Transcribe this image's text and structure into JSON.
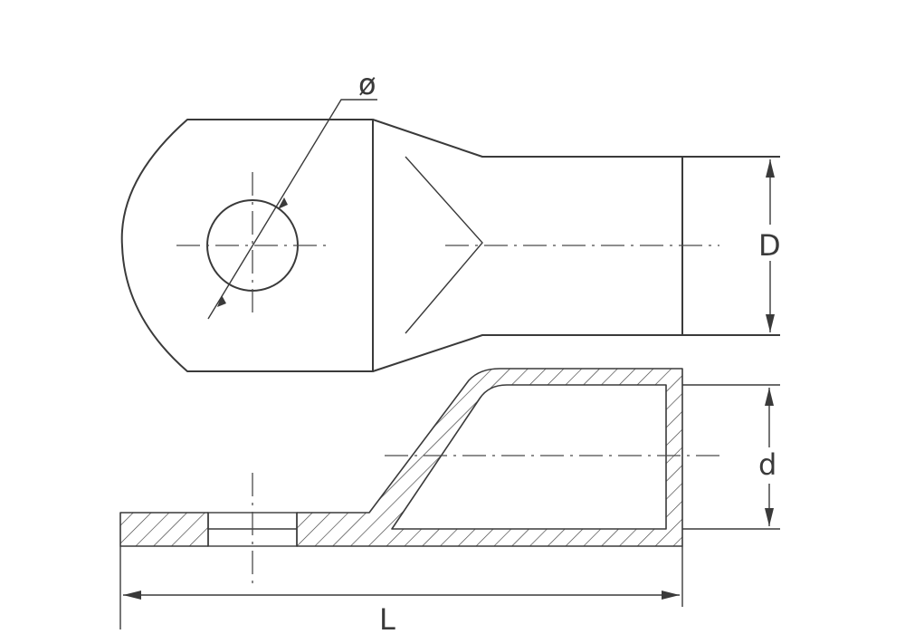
{
  "labels": {
    "diameter": "ø",
    "outer_diameter": "D",
    "inner_diameter": "d",
    "length": "L"
  }
}
